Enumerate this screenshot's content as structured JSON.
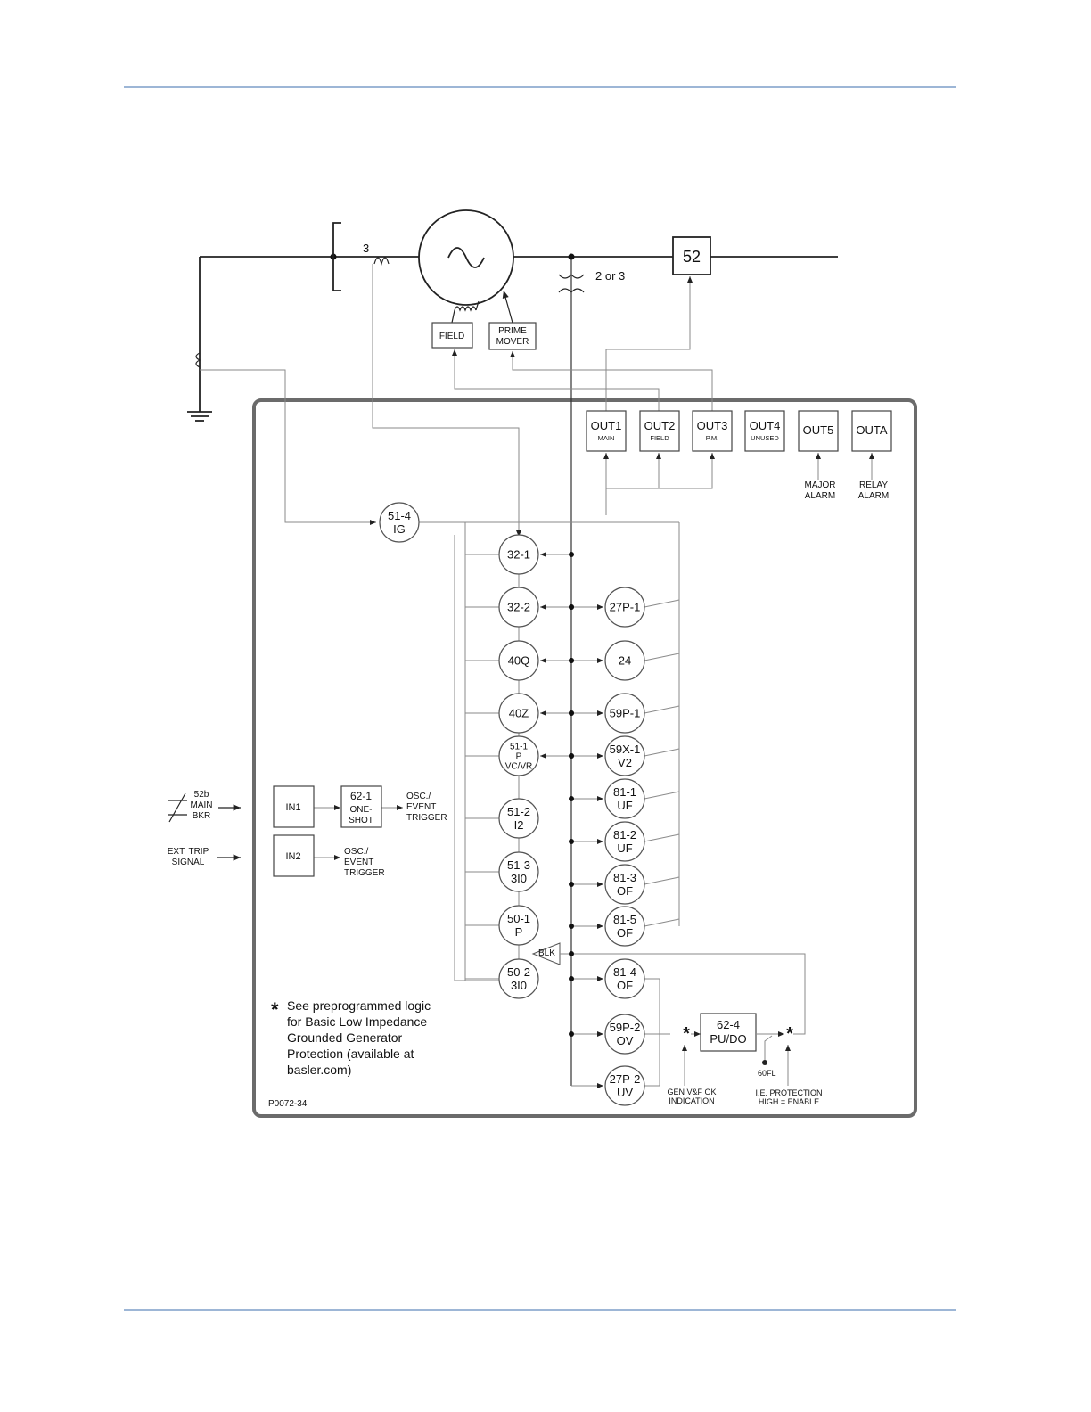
{
  "diagram": {
    "figure_id": "P0072-34",
    "ct_count_label": "3",
    "vt_count_label": "2 or 3",
    "breaker_label": "52",
    "field_label": "FIELD",
    "prime_mover_label": [
      "PRIME",
      "MOVER"
    ],
    "outputs": [
      {
        "label": "OUT1",
        "sub": "MAIN"
      },
      {
        "label": "OUT2",
        "sub": "FIELD"
      },
      {
        "label": "OUT3",
        "sub": "P.M."
      },
      {
        "label": "OUT4",
        "sub": "UNUSED"
      },
      {
        "label": "OUT5",
        "sub": ""
      },
      {
        "label": "OUTA",
        "sub": ""
      }
    ],
    "major_alarm": [
      "MAJOR",
      "ALARM"
    ],
    "relay_alarm": [
      "RELAY",
      "ALARM"
    ],
    "ground_element": [
      "51-4",
      "IG"
    ],
    "left_elements": [
      [
        "32-1"
      ],
      [
        "32-2"
      ],
      [
        "40Q"
      ],
      [
        "40Z"
      ],
      [
        "51-1",
        "P",
        "VC/VR"
      ],
      [
        "51-2",
        "I2"
      ],
      [
        "51-3",
        "3I0"
      ],
      [
        "50-1",
        "P"
      ],
      [
        "50-2",
        "3I0"
      ]
    ],
    "right_elements": [
      [
        "27P-1"
      ],
      [
        "24"
      ],
      [
        "59P-1"
      ],
      [
        "59X-1",
        "V2"
      ],
      [
        "81-1",
        "UF"
      ],
      [
        "81-2",
        "UF"
      ],
      [
        "81-3",
        "OF"
      ],
      [
        "81-5",
        "OF"
      ]
    ],
    "lower_elements": [
      [
        "81-4",
        "OF"
      ],
      [
        "59P-2",
        "OV"
      ],
      [
        "27P-2",
        "UV"
      ]
    ],
    "blk_label": "BLK",
    "timer_624": [
      "62-4",
      "PU/DO"
    ],
    "fl_label": "60FL",
    "gen_ok": [
      "GEN V&F OK",
      "INDICATION"
    ],
    "ie_protection": [
      "I.E. PROTECTION",
      "HIGH = ENABLE"
    ],
    "main_bkr": [
      "52b",
      "MAIN",
      "BKR"
    ],
    "ext_trip": [
      "EXT. TRIP",
      "SIGNAL"
    ],
    "in1": "IN1",
    "in2": "IN2",
    "oneshot": [
      "62-1",
      "ONE-",
      "SHOT"
    ],
    "trigger1": [
      "OSC./",
      "EVENT",
      "TRIGGER"
    ],
    "trigger2": [
      "OSC./",
      "EVENT",
      "TRIGGER"
    ],
    "note_star": "*",
    "note": [
      "See preprogrammed logic",
      "for Basic Low Impedance",
      "Grounded Generator",
      "Protection (available at",
      "basler.com)"
    ]
  },
  "colors": {
    "rule": "#9db6d6",
    "frame": "#6b6b6b"
  }
}
